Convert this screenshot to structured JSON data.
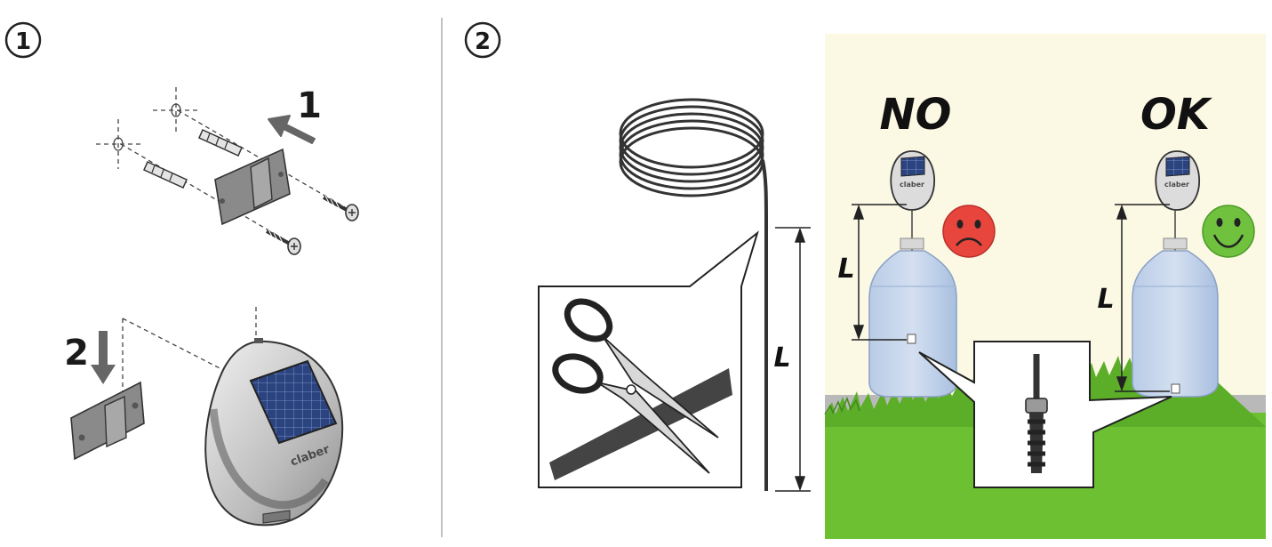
{
  "panels": [
    {
      "marker": "1",
      "steps": [
        {
          "number": "1"
        },
        {
          "number": "2"
        }
      ]
    },
    {
      "marker": "2"
    }
  ],
  "product": {
    "brand_text": "claber"
  },
  "comparison": {
    "left": {
      "verdict": "NO",
      "face": "sad-face-icon",
      "length_label": "L"
    },
    "right": {
      "verdict": "OK",
      "face": "happy-face-icon",
      "length_label": "L"
    }
  },
  "tube": {
    "length_label": "L"
  },
  "colors": {
    "sad_face": "#e8453c",
    "happy_face": "#6fc13e",
    "background_scene": "#fbf8e4",
    "grass": "#6cc032",
    "ground": "#b9b9b9",
    "water": "#c3d3ea",
    "arrow": "#666666"
  }
}
